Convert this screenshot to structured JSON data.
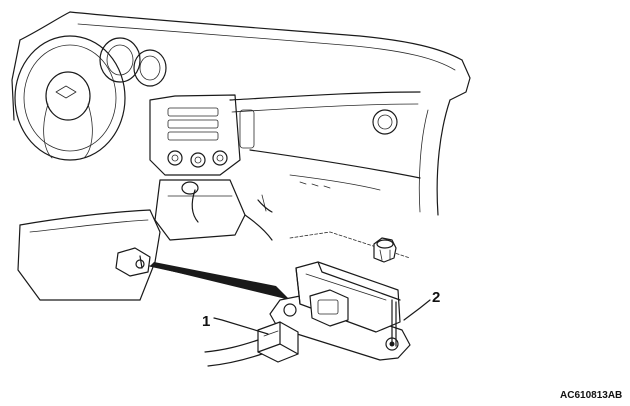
{
  "diagram": {
    "callouts": [
      {
        "id": "callout-1",
        "text": "1"
      },
      {
        "id": "callout-2",
        "text": "2"
      }
    ],
    "figure_code": "AC610813AB"
  }
}
